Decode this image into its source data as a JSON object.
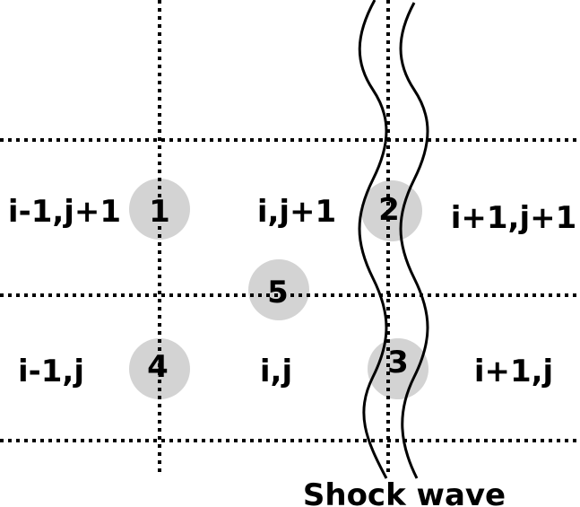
{
  "cells": {
    "top_left": "i-1,j+1",
    "top_mid": "i,j+1",
    "top_right": "i+1,j+1",
    "bot_left": "i-1,j",
    "bot_mid": "i,j",
    "bot_right": "i+1,j"
  },
  "nodes": {
    "n1": "1",
    "n2": "2",
    "n3": "3",
    "n4": "4",
    "n5": "5"
  },
  "caption": "Shock wave",
  "colors": {
    "node_fill": "#d3d3d3",
    "line": "#000000"
  }
}
